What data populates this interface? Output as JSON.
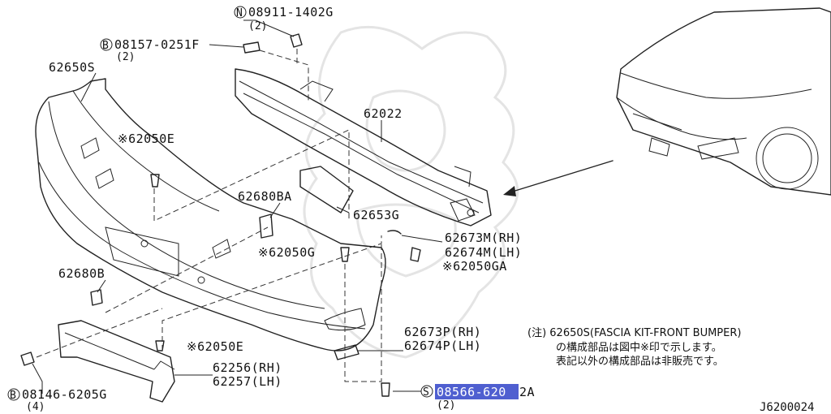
{
  "diagram": {
    "code": "J6200024",
    "labels": {
      "fascia_kit": "62650S",
      "reinforcement": "62022",
      "clip_e_upper": "※62050E",
      "bracket_ba": "62680BA",
      "absorber": "62653G",
      "cover_m_rh": "62673M(RH)",
      "cover_m_lh": "62674M(LH)",
      "clip_g": "※62050G",
      "clip_ga": "※62050GA",
      "bracket_b": "62680B",
      "clip_e_lower": "※62050E",
      "cover_p_rh": "62673P(RH)",
      "cover_p_lh": "62674P(LH)",
      "stay_rh": "62256(RH)",
      "stay_lh": "62257(LH)"
    },
    "fasteners": {
      "nut_top": {
        "prefix": "N",
        "code": "08911-1402G",
        "qty": "(2)"
      },
      "bolt_top": {
        "prefix": "B",
        "code": "08157-0251F",
        "qty": "(2)"
      },
      "bolt_bottom": {
        "prefix": "B",
        "code": "08146-6205G",
        "qty": "(4)"
      },
      "screw_bottom": {
        "prefix": "S",
        "code_highlighted": "08566-620",
        "code_rest": "2A",
        "qty": "(2)"
      }
    },
    "note": {
      "line1": "(注) 62650S(FASCIA KIT-FRONT BUMPER)",
      "line2": "の構成部品は図中※印で示します。",
      "line3": "表記以外の構成部品は非販売です。"
    },
    "colors": {
      "highlight": "#4f5fd0",
      "line": "#222222"
    }
  }
}
